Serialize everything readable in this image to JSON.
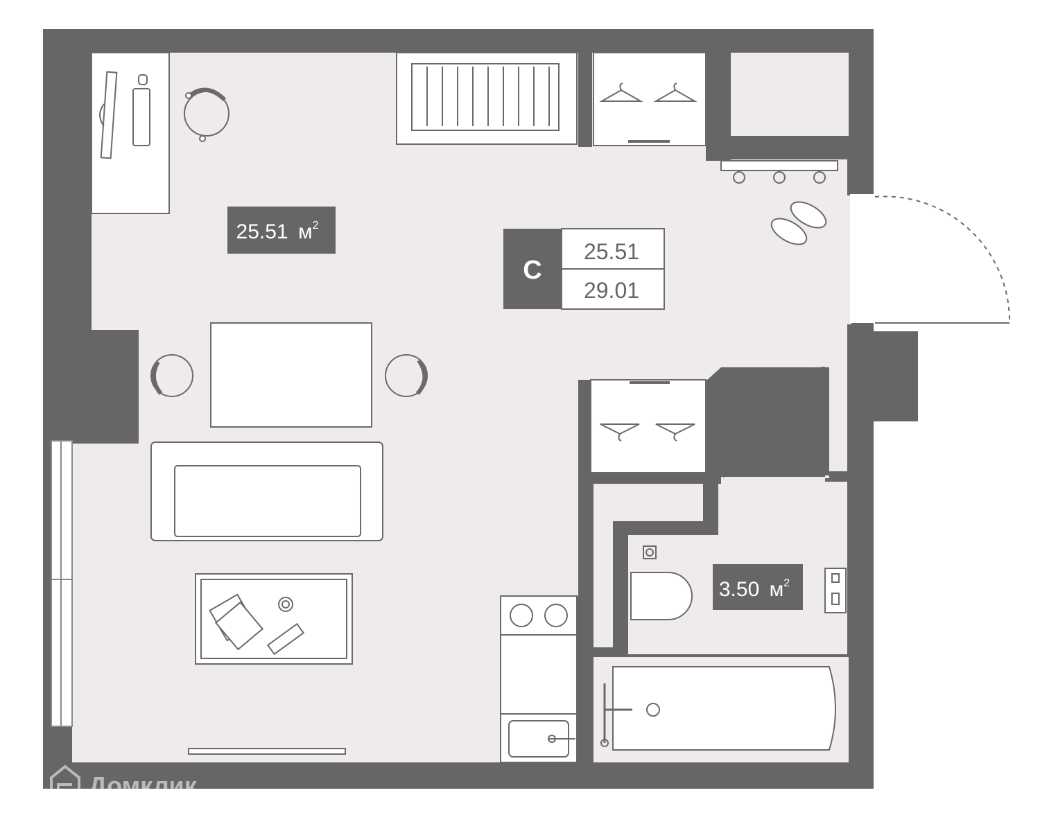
{
  "plan": {
    "main_room": {
      "area_value": "25.51",
      "area_unit": "м",
      "area_exp": "2"
    },
    "bathroom": {
      "area_value": "3.50",
      "area_unit": "м",
      "area_exp": "2"
    },
    "apartment_badge": {
      "type_letter": "С",
      "living_area": "25.51",
      "total_area": "29.01"
    }
  },
  "watermark": {
    "text": "Домклик"
  },
  "colors": {
    "wall": "#666666",
    "floor": "#efebea",
    "label_bg": "#666666",
    "label_text": "#ffffff",
    "line": "#6a6a6a"
  }
}
